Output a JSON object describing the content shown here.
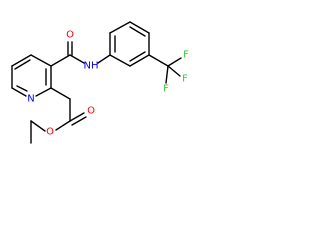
{
  "atoms": {
    "oxygen_amide": {
      "text": "O",
      "color": "#ff0000"
    },
    "nitrogen_amide": {
      "text": "NH",
      "color": "#0000ff"
    },
    "nitrogen_pyridine": {
      "text": "N",
      "color": "#0000ff"
    },
    "oxygen_ester_carbonyl": {
      "text": "O",
      "color": "#ff0000"
    },
    "oxygen_ester_ether": {
      "text": "O",
      "color": "#ff0000"
    },
    "fluorine_1": {
      "text": "F",
      "color": "#33cc33"
    },
    "fluorine_2": {
      "text": "F",
      "color": "#33cc33"
    },
    "fluorine_3": {
      "text": "F",
      "color": "#33cc33"
    }
  },
  "colors": {
    "bond": "#000000",
    "background": "#ffffff"
  }
}
